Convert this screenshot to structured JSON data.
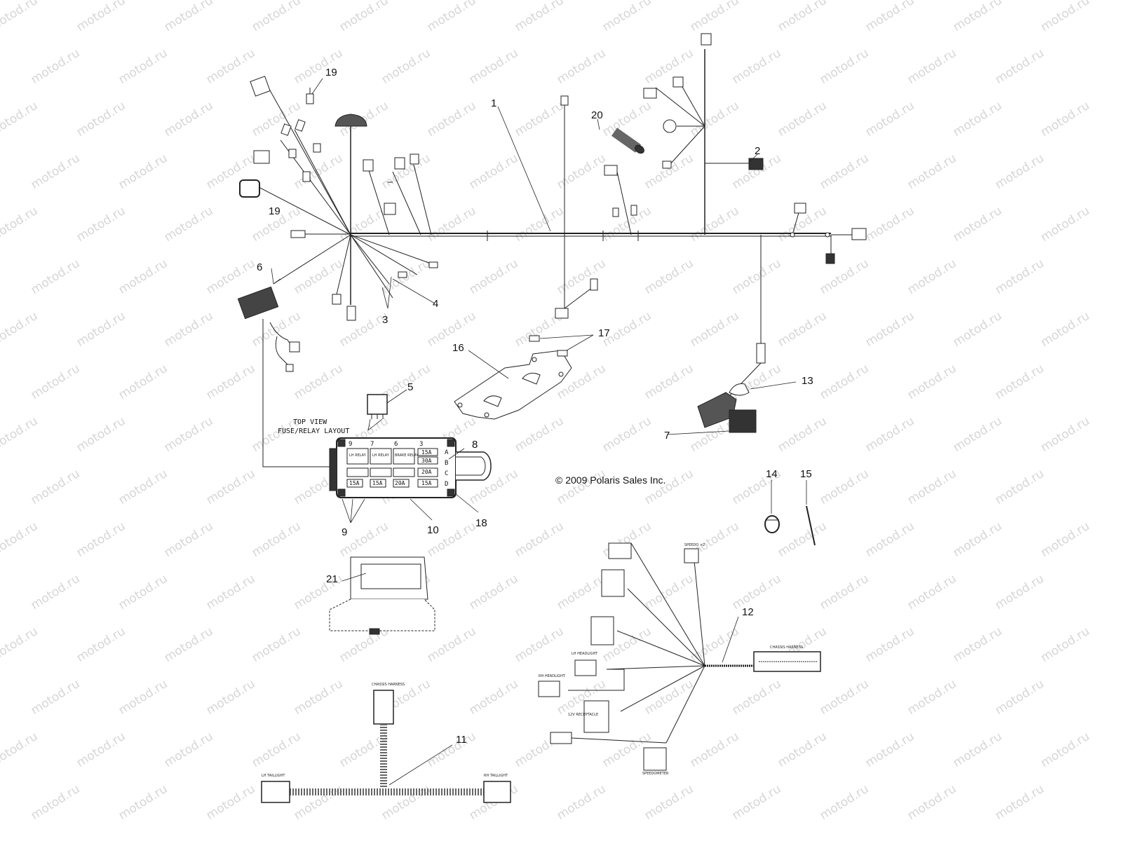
{
  "watermark_text": "motod.ru",
  "copyright": "© 2009 Polaris Sales Inc.",
  "fuse_box": {
    "title_line1": "TOP VIEW",
    "title_line2": "FUSE/RELAY LAYOUT",
    "column_numbers": [
      "9",
      "7",
      "6",
      "3"
    ],
    "row_letters": [
      "A",
      "B",
      "C",
      "D"
    ],
    "relays": [
      "LH RELAY",
      "LH RELAY",
      "BRAKE RELAY"
    ],
    "fuse_values": [
      "15A",
      "30A",
      "20A",
      "15A",
      "15A",
      "20A",
      "15A"
    ]
  },
  "harness12_labels": [
    "CHASSIS HARNESS",
    "SPEEDO +2",
    "LH HEADLIGHT",
    "RH HEADLIGHT",
    "12V RECEPTACLE",
    "SPEEDOMETER"
  ],
  "harness11_labels": [
    "CHASSIS HARNESS",
    "LH TAILLIGHT",
    "RH TAILLIGHT"
  ],
  "callouts": [
    {
      "id": "c1",
      "text": "1"
    },
    {
      "id": "c2",
      "text": "2"
    },
    {
      "id": "c3",
      "text": "3"
    },
    {
      "id": "c4",
      "text": "4"
    },
    {
      "id": "c5",
      "text": "5"
    },
    {
      "id": "c6",
      "text": "6"
    },
    {
      "id": "c7",
      "text": "7"
    },
    {
      "id": "c8",
      "text": "8"
    },
    {
      "id": "c9",
      "text": "9"
    },
    {
      "id": "c10",
      "text": "10"
    },
    {
      "id": "c11",
      "text": "11"
    },
    {
      "id": "c12",
      "text": "12"
    },
    {
      "id": "c13",
      "text": "13"
    },
    {
      "id": "c14",
      "text": "14"
    },
    {
      "id": "c15",
      "text": "15"
    },
    {
      "id": "c16",
      "text": "16"
    },
    {
      "id": "c17",
      "text": "17"
    },
    {
      "id": "c18",
      "text": "18"
    },
    {
      "id": "c19a",
      "text": "19"
    },
    {
      "id": "c19b",
      "text": "19"
    },
    {
      "id": "c20",
      "text": "20"
    },
    {
      "id": "c21",
      "text": "21"
    }
  ]
}
